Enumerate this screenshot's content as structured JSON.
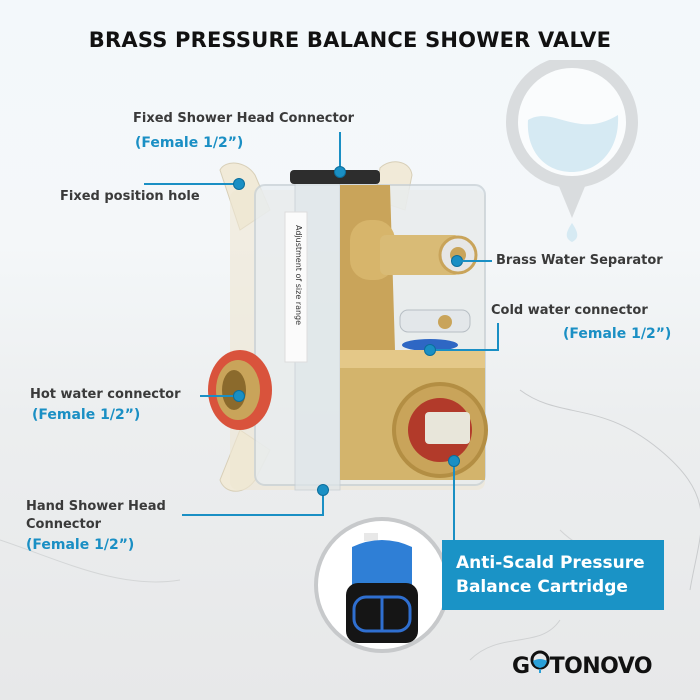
{
  "title": "BRASS PRESSURE BALANCE SHOWER VALVE",
  "annotations": {
    "fixed_shower_head": {
      "label": "Fixed Shower Head Connector",
      "spec": "(Female 1/2”)"
    },
    "fixed_position_hole": {
      "label": "Fixed position hole"
    },
    "brass_water_separator": {
      "label": "Brass Water Separator"
    },
    "cold_water": {
      "label": "Cold water connector",
      "spec": "(Female 1/2”)"
    },
    "hot_water": {
      "label": "Hot water connector",
      "spec": "(Female 1/2”)"
    },
    "hand_shower_head": {
      "label_line1": "Hand Shower Head",
      "label_line2": "Connector",
      "spec": "(Female 1/2”)"
    }
  },
  "sticker_text": "Adjustment of size range",
  "cartridge_callout": {
    "line1": "Anti-Scald Pressure",
    "line2": "Balance Cartridge"
  },
  "brand": {
    "name": "GOTONOVO",
    "prefix": "G",
    "suffix": "TONOVO"
  },
  "colors": {
    "accent": "#1a93c6",
    "text": "#3a3a3a",
    "title": "#111111",
    "brass": "#c9a45a"
  },
  "icons": [
    "water-drop-badge-icon",
    "callout-dot-icon"
  ]
}
